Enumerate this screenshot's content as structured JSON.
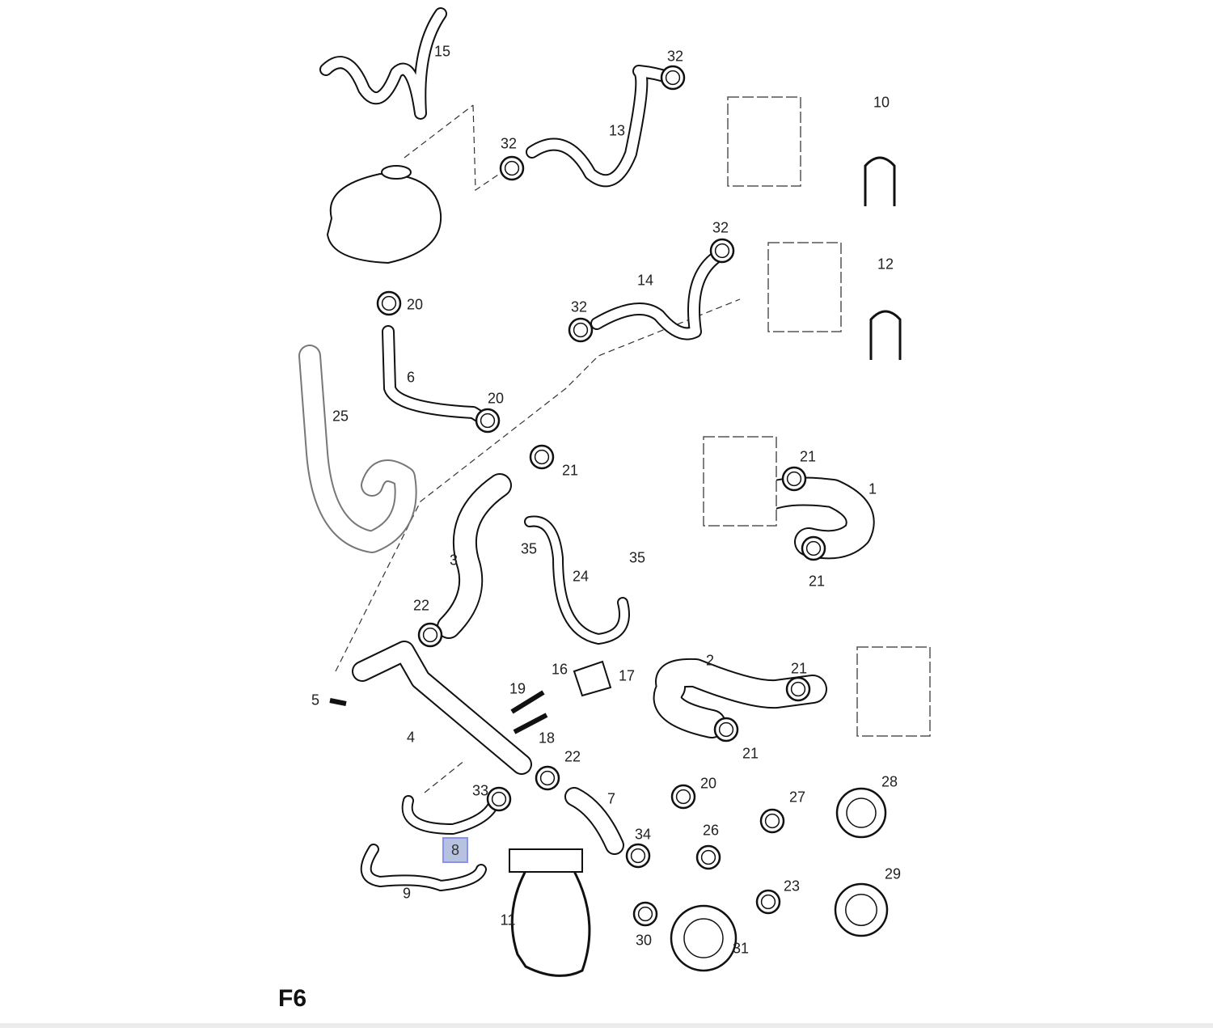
{
  "figure_id": "F6",
  "highlighted_part": "8",
  "colors": {
    "highlight_fill": "#b6c2e0",
    "highlight_border": "#8a92ec",
    "line": "#111111"
  },
  "part_labels": [
    "15",
    "32",
    "10",
    "13",
    "32",
    "32",
    "12",
    "14",
    "32",
    "20",
    "6",
    "20",
    "25",
    "21",
    "21",
    "1",
    "3",
    "35",
    "24",
    "35",
    "21",
    "22",
    "16",
    "17",
    "2",
    "21",
    "5",
    "19",
    "4",
    "18",
    "22",
    "21",
    "20",
    "28",
    "33",
    "7",
    "27",
    "34",
    "26",
    "8",
    "9",
    "29",
    "23",
    "11",
    "30",
    "31"
  ]
}
